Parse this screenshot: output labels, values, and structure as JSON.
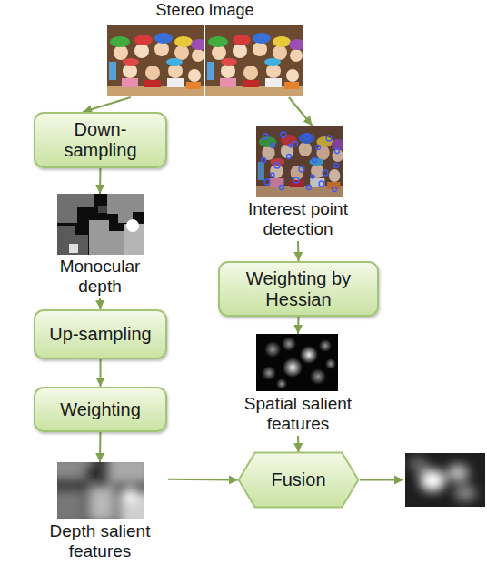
{
  "diagram": {
    "nodes": [
      {
        "text": [
          "Stereo Image"
        ]
      },
      {
        "text": [
          "Down-sampling"
        ]
      },
      {
        "text": [
          "Monocular depth"
        ]
      },
      {
        "text": [
          "Up-sampling"
        ]
      },
      {
        "text": [
          "Weighting"
        ]
      },
      {
        "text": [
          "Depth salient features"
        ]
      },
      {
        "text": [
          "Interest point detection"
        ]
      },
      {
        "text": [
          "Weighting by Hessian"
        ]
      },
      {
        "text": [
          "Spatial salient features"
        ]
      },
      {
        "text": [
          "Fusion"
        ]
      }
    ],
    "edges": [
      {
        "from": 0,
        "to": 1,
        "arrow": "to"
      },
      {
        "from": 0,
        "to": 6,
        "arrow": "to"
      },
      {
        "from": 1,
        "to": 2,
        "arrow": "to"
      },
      {
        "from": 2,
        "to": 3,
        "arrow": "to"
      },
      {
        "from": 3,
        "to": 4,
        "arrow": "to"
      },
      {
        "from": 4,
        "to": 5,
        "arrow": "to"
      },
      {
        "from": 6,
        "to": 7,
        "arrow": "to"
      },
      {
        "from": 7,
        "to": 8,
        "arrow": "to"
      },
      {
        "from": 5,
        "to": 9,
        "arrow": "to"
      },
      {
        "from": 8,
        "to": 9,
        "arrow": "to"
      }
    ]
  }
}
